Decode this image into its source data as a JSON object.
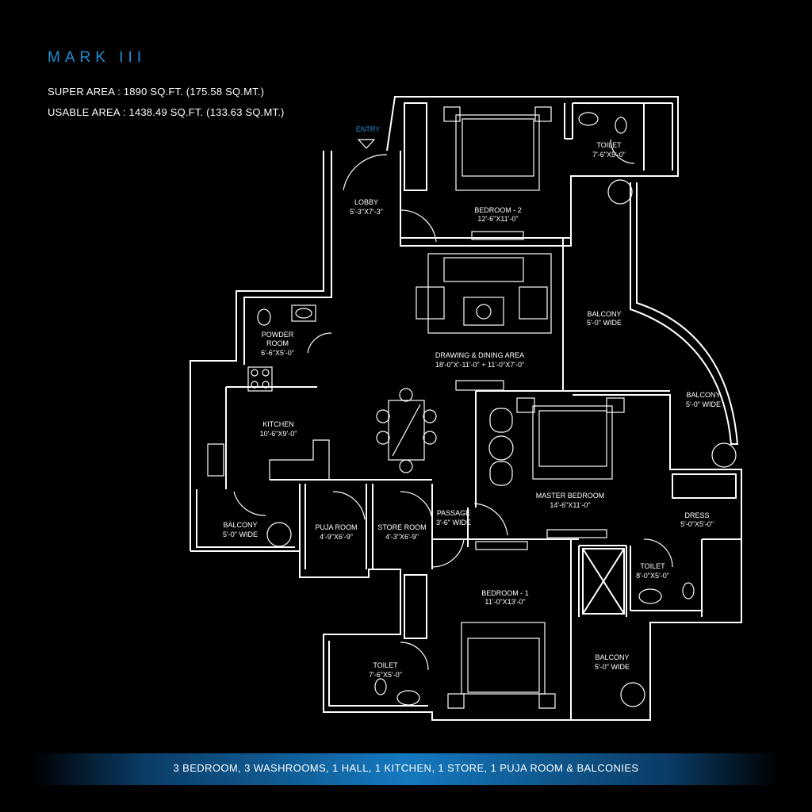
{
  "header": {
    "title": "MARK III",
    "super_area": "SUPER AREA : 1890 SQ.FT. (175.58 SQ.MT.)",
    "usable_area": "USABLE AREA : 1438.49 SQ.FT. (133.63 SQ.MT.)"
  },
  "plan": {
    "entry": "ENTRY",
    "rooms": {
      "lobby": {
        "name": "LOBBY",
        "size": "5'-3\"X7'-3\""
      },
      "bedroom2": {
        "name": "BEDROOM - 2",
        "size": "12'-6\"X11'-0\""
      },
      "toilet_top": {
        "name": "TOILET",
        "size": "7'-6\"X5'-0\""
      },
      "balcony_right_upper": {
        "name": "BALCONY",
        "size": "5'-0\" WIDE"
      },
      "balcony_curved": {
        "name": "BALCONY",
        "size": "5'-0\" WIDE"
      },
      "powder": {
        "name1": "POWDER",
        "name2": "ROOM",
        "size": "6'-6\"X5'-0\""
      },
      "drawing": {
        "name": "DRAWING & DINING AREA",
        "size": "18'-0\"X'-11'-0\" + 11'-0\"X7'-0\""
      },
      "kitchen": {
        "name": "KITCHEN",
        "size": "10'-6\"X9'-0\""
      },
      "master": {
        "name": "MASTER BEDROOM",
        "size": "14'-6\"X11'-0\""
      },
      "dress": {
        "name": "DRESS",
        "size": "5'-0\"X5'-0\""
      },
      "balcony_kitchen": {
        "name": "BALCONY",
        "size": "5'-0\" WIDE"
      },
      "puja": {
        "name": "PUJA ROOM",
        "size": "4'-9\"X6'-9\""
      },
      "store": {
        "name": "STORE ROOM",
        "size": "4'-3\"X6'-9\""
      },
      "passage": {
        "name": "PASSAGE",
        "size": "3'-6\" WIDE"
      },
      "toilet_master": {
        "name": "TOILET",
        "size": "8'-0\"X5'-0\""
      },
      "bedroom1": {
        "name": "BEDROOM - 1",
        "size": "11'-0\"X13'-0\""
      },
      "toilet_bottom": {
        "name": "TOILET",
        "size": "7'-6\"X5'-0\""
      },
      "balcony_bottom": {
        "name": "BALCONY",
        "size": "5'-0\" WIDE"
      }
    }
  },
  "footer": {
    "summary": "3 BEDROOM, 3 WASHROOMS, 1 HALL, 1 KITCHEN, 1 STORE, 1 PUJA ROOM & BALCONIES"
  },
  "colors": {
    "accent": "#1e90d6",
    "background": "#000000",
    "lines": "#ffffff"
  }
}
